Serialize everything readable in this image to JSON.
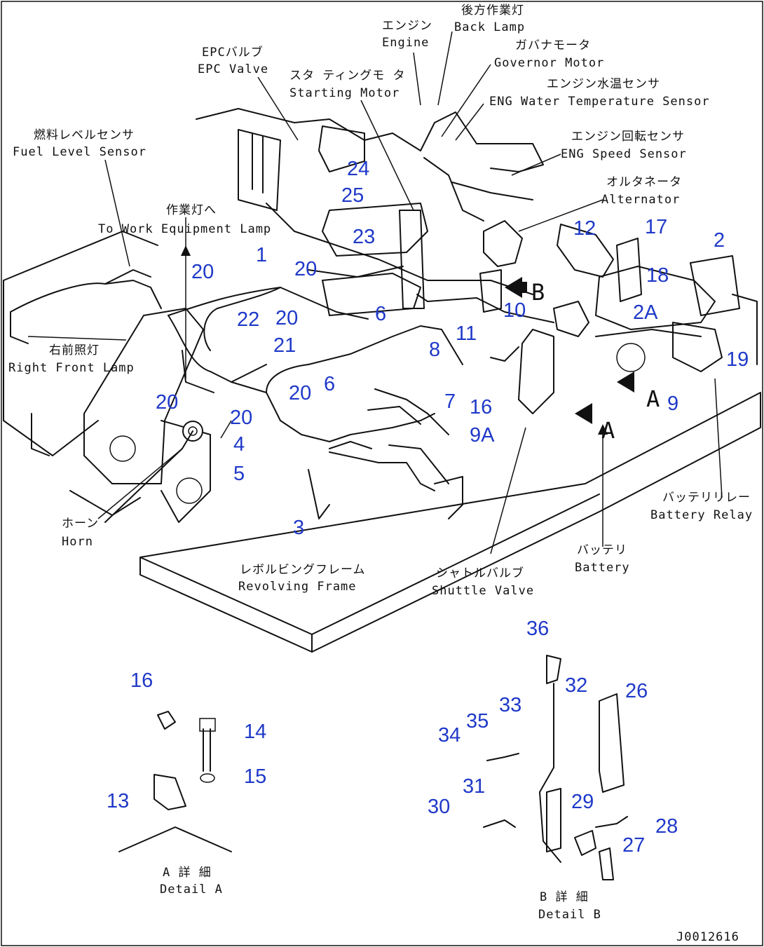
{
  "document_code": "J0012616",
  "labels": [
    {
      "id": "back-lamp",
      "jp": "後方作業灯",
      "en": "Back Lamp"
    },
    {
      "id": "engine",
      "jp": "エンジン",
      "en": "Engine"
    },
    {
      "id": "governor-motor",
      "jp": "ガバナモータ",
      "en": "Governor Motor"
    },
    {
      "id": "epc-valve",
      "jp": "EPCバルブ",
      "en": "EPC Valve"
    },
    {
      "id": "starting-motor",
      "jp": "スタ ティングモ タ",
      "en": "Starting Motor"
    },
    {
      "id": "eng-water-temp-sensor",
      "jp": "エンジン水温センサ",
      "en": "ENG Water Temperature Sensor"
    },
    {
      "id": "fuel-level-sensor",
      "jp": "燃料レベルセンサ",
      "en": "Fuel Level Sensor"
    },
    {
      "id": "eng-speed-sensor",
      "jp": "エンジン回転センサ",
      "en": "ENG Speed Sensor"
    },
    {
      "id": "alternator",
      "jp": "オルタネータ",
      "en": "Alternator"
    },
    {
      "id": "work-equipment-lamp",
      "jp": "作業灯へ",
      "en": "To Work Equipment Lamp"
    },
    {
      "id": "right-front-lamp",
      "jp": "右前照灯",
      "en": "Right Front Lamp"
    },
    {
      "id": "battery-relay",
      "jp": "バッテリリレー",
      "en": "Battery Relay"
    },
    {
      "id": "horn",
      "jp": "ホーン",
      "en": "Horn"
    },
    {
      "id": "battery",
      "jp": "バッテリ",
      "en": "Battery"
    },
    {
      "id": "revolving-frame",
      "jp": "レボルビングフレーム",
      "en": "Revolving Frame"
    },
    {
      "id": "shuttle-valve",
      "jp": "シャトルバルブ",
      "en": "Shuttle Valve"
    },
    {
      "id": "detail-a",
      "jp": "A 詳 細",
      "en": "Detail A"
    },
    {
      "id": "detail-b",
      "jp": "B 詳 細",
      "en": "Detail B"
    }
  ],
  "detail_letters": {
    "b_arrow": "B",
    "a1": "A",
    "a2": "A"
  },
  "callouts": [
    "1",
    "2",
    "2A",
    "3",
    "4",
    "5",
    "6",
    "6",
    "7",
    "8",
    "9",
    "9A",
    "10",
    "11",
    "12",
    "13",
    "14",
    "15",
    "16",
    "16",
    "17",
    "18",
    "19",
    "20",
    "20",
    "20",
    "20",
    "20",
    "20",
    "21",
    "22",
    "23",
    "24",
    "25",
    "26",
    "27",
    "28",
    "29",
    "30",
    "31",
    "32",
    "33",
    "34",
    "35",
    "36"
  ]
}
